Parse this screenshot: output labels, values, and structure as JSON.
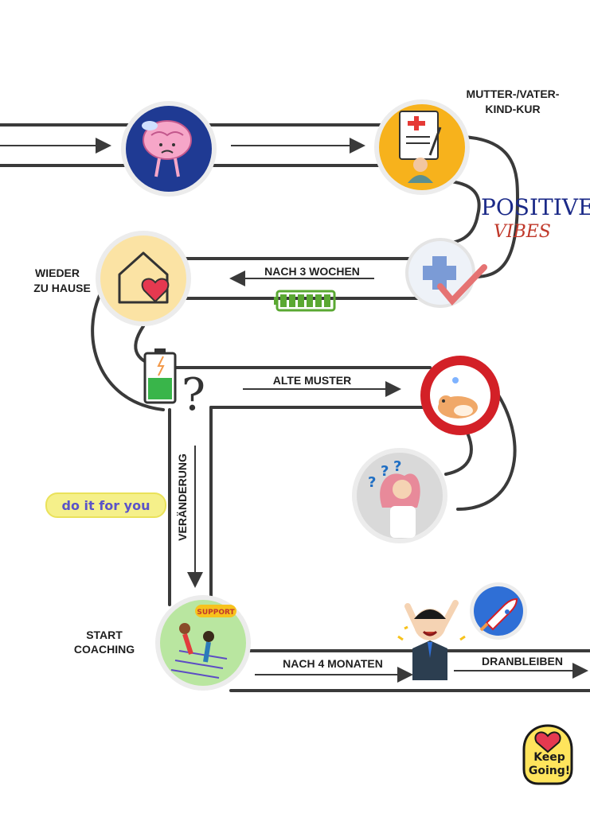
{
  "stations": {
    "kur": {
      "label_line1": "MUTTER-/VATER-",
      "label_line2": "KIND-KUR"
    },
    "home": {
      "label_line1": "WIEDER",
      "label_line2": "ZU HAUSE"
    },
    "coaching": {
      "label_line1": "START",
      "label_line2": "COACHING"
    }
  },
  "road_labels": {
    "after_3_weeks": "NACH 3 WOCHEN",
    "old_patterns": "ALTE MUSTER",
    "change": "VERÄNDERUNG",
    "after_4_months": "NACH 4 MONATEN",
    "keep_at_it": "DRANBLEIBEN"
  },
  "stickers": {
    "positive_line1": "POSITIVE",
    "positive_line2": "VIBES",
    "do_it": "do it for you",
    "keep_line1": "Keep",
    "keep_line2": "Going!",
    "support": "SUPPORT",
    "question_mark": "?"
  },
  "colors": {
    "road": "#3a3a3a",
    "brain_bg": "#1f3a93",
    "kur_bg": "#f7b21c",
    "home_bg": "#fbe3a4",
    "medical_bg": "#eef2f8",
    "hamster_ring": "#d32027",
    "thinker_bg": "#d9d9d9",
    "coaching_bg": "#b9e6a0",
    "rocket_bg": "#2f6fd6",
    "battery_green": "#5aa832",
    "keep_going_bg": "#ffe45c"
  }
}
